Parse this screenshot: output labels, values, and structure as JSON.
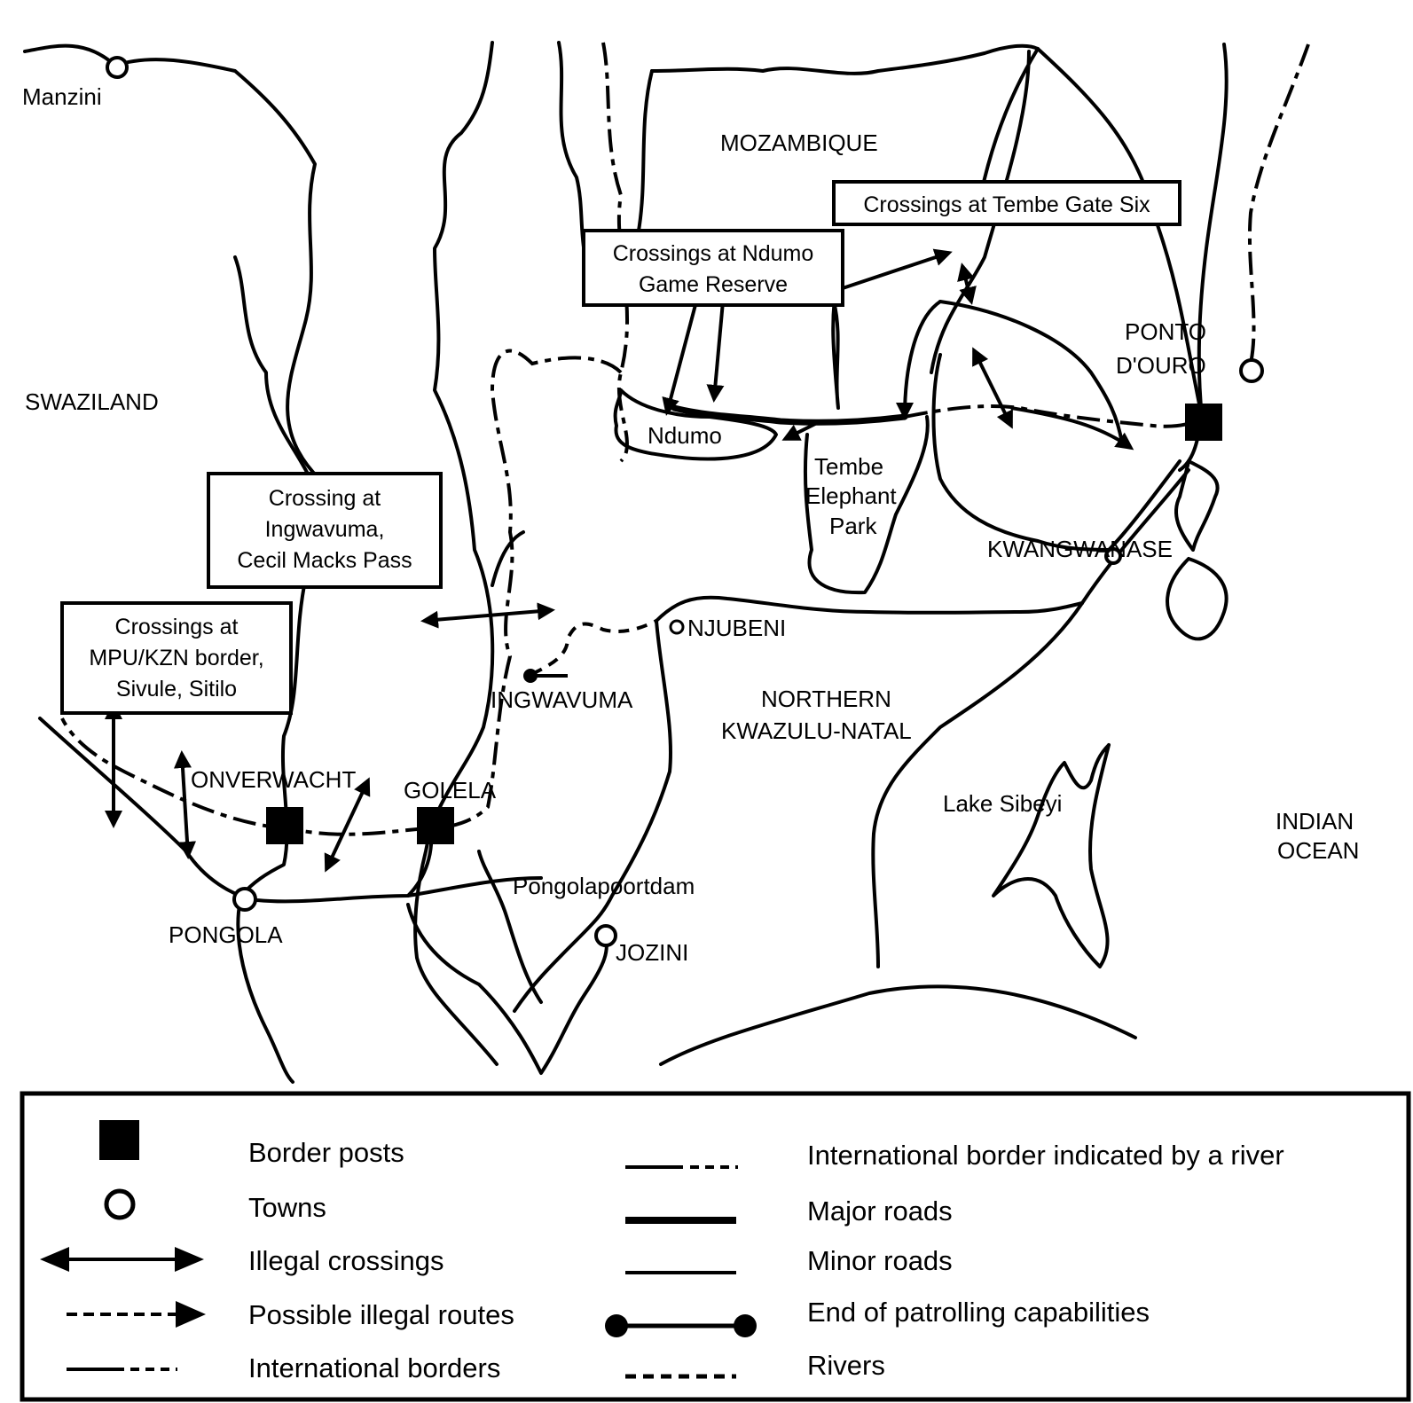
{
  "places": {
    "manzini": "Manzini",
    "mozambique": "MOZAMBIQUE",
    "swaziland": "SWAZILAND",
    "ponta_douro_1": "PONTO",
    "ponta_douro_2": "D'OURO",
    "ndumo": "Ndumo",
    "tembe_1": "Tembe",
    "tembe_2": "Elephant",
    "tembe_3": "Park",
    "kwangwanase": "KWANGWANASE",
    "njubeni": "NJUBENI",
    "ingwavuma": "INGWAVUMA",
    "northern_kzn_1": "NORTHERN",
    "northern_kzn_2": "KWAZULU-NATAL",
    "onverwacht": "ONVERWACHT",
    "golela": "GOLELA",
    "lake_sibeyi": "Lake Sibeyi",
    "indian_ocean_1": "INDIAN",
    "indian_ocean_2": "OCEAN",
    "pongolapoortdam": "Pongolapoortdam",
    "pongola": "PONGOLA",
    "jozini": "JOZINI"
  },
  "callouts": {
    "tembe_gate": [
      "Crossings at Tembe Gate Six"
    ],
    "ndumo_reserve": [
      "Crossings at Ndumo",
      "Game Reserve"
    ],
    "ingwavuma": [
      "Crossing at",
      "Ingwavuma,",
      "Cecil Macks Pass"
    ],
    "mpu_kzn": [
      "Crossings at",
      "MPU/KZN border,",
      "Sivule, Sitilo"
    ]
  },
  "legend": {
    "left": [
      {
        "symbol": "border-post",
        "label": "Border posts"
      },
      {
        "symbol": "town",
        "label": "Towns"
      },
      {
        "symbol": "illegal-crossing",
        "label": "Illegal crossings"
      },
      {
        "symbol": "possible-route",
        "label": "Possible illegal routes"
      },
      {
        "symbol": "international-border",
        "label": "International borders"
      }
    ],
    "right": [
      {
        "symbol": "border-river",
        "label": "International border indicated by a river"
      },
      {
        "symbol": "major-road",
        "label": "Major roads"
      },
      {
        "symbol": "minor-road",
        "label": "Minor roads"
      },
      {
        "symbol": "patrol-end",
        "label": "End of patrolling capabilities"
      },
      {
        "symbol": "river",
        "label": "Rivers"
      }
    ]
  },
  "colors": {
    "ink": "#000000",
    "paper": "#ffffff"
  }
}
